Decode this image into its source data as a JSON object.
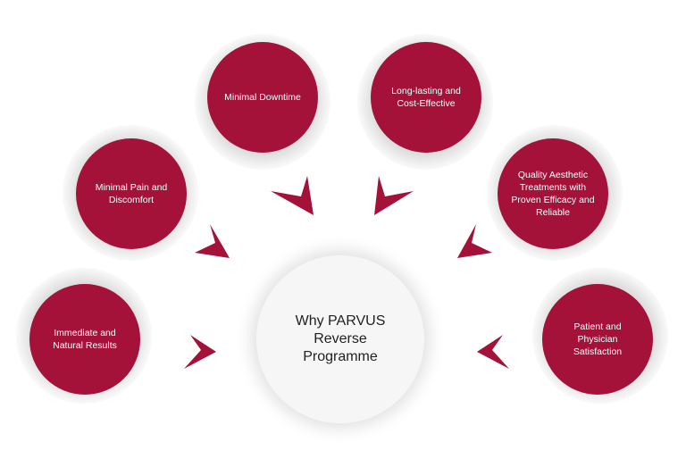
{
  "colors": {
    "bubble_fill": "#a4123a",
    "bubble_text": "#ffffff",
    "center_fill": "#f6f6f6",
    "center_text": "#222222",
    "arrow_fill": "#a4123a"
  },
  "center": {
    "label": "Why PARVUS\nReverse\nProgramme"
  },
  "benefits": [
    {
      "label": "Minimal Downtime"
    },
    {
      "label": "Long-lasting and\nCost-Effective"
    },
    {
      "label": "Minimal Pain and\nDiscomfort"
    },
    {
      "label": "Quality Aesthetic\nTreatments with\nProven Efficacy and\nReliable"
    },
    {
      "label": "Immediate and\nNatural Results"
    },
    {
      "label": "Patient and\nPhysician\nSatisfaction"
    }
  ],
  "arrows": [
    {
      "icon": "arrow-pointer-icon"
    },
    {
      "icon": "arrow-pointer-icon"
    },
    {
      "icon": "arrow-pointer-icon"
    },
    {
      "icon": "arrow-pointer-icon"
    },
    {
      "icon": "arrow-pointer-icon"
    },
    {
      "icon": "arrow-pointer-icon"
    }
  ]
}
